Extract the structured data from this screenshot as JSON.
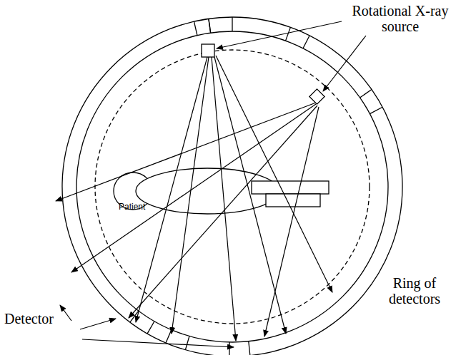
{
  "diagram": {
    "labels": [
      "Rotational X-ray source",
      "Patient",
      "Ring of detectors",
      "Detector"
    ]
  }
}
